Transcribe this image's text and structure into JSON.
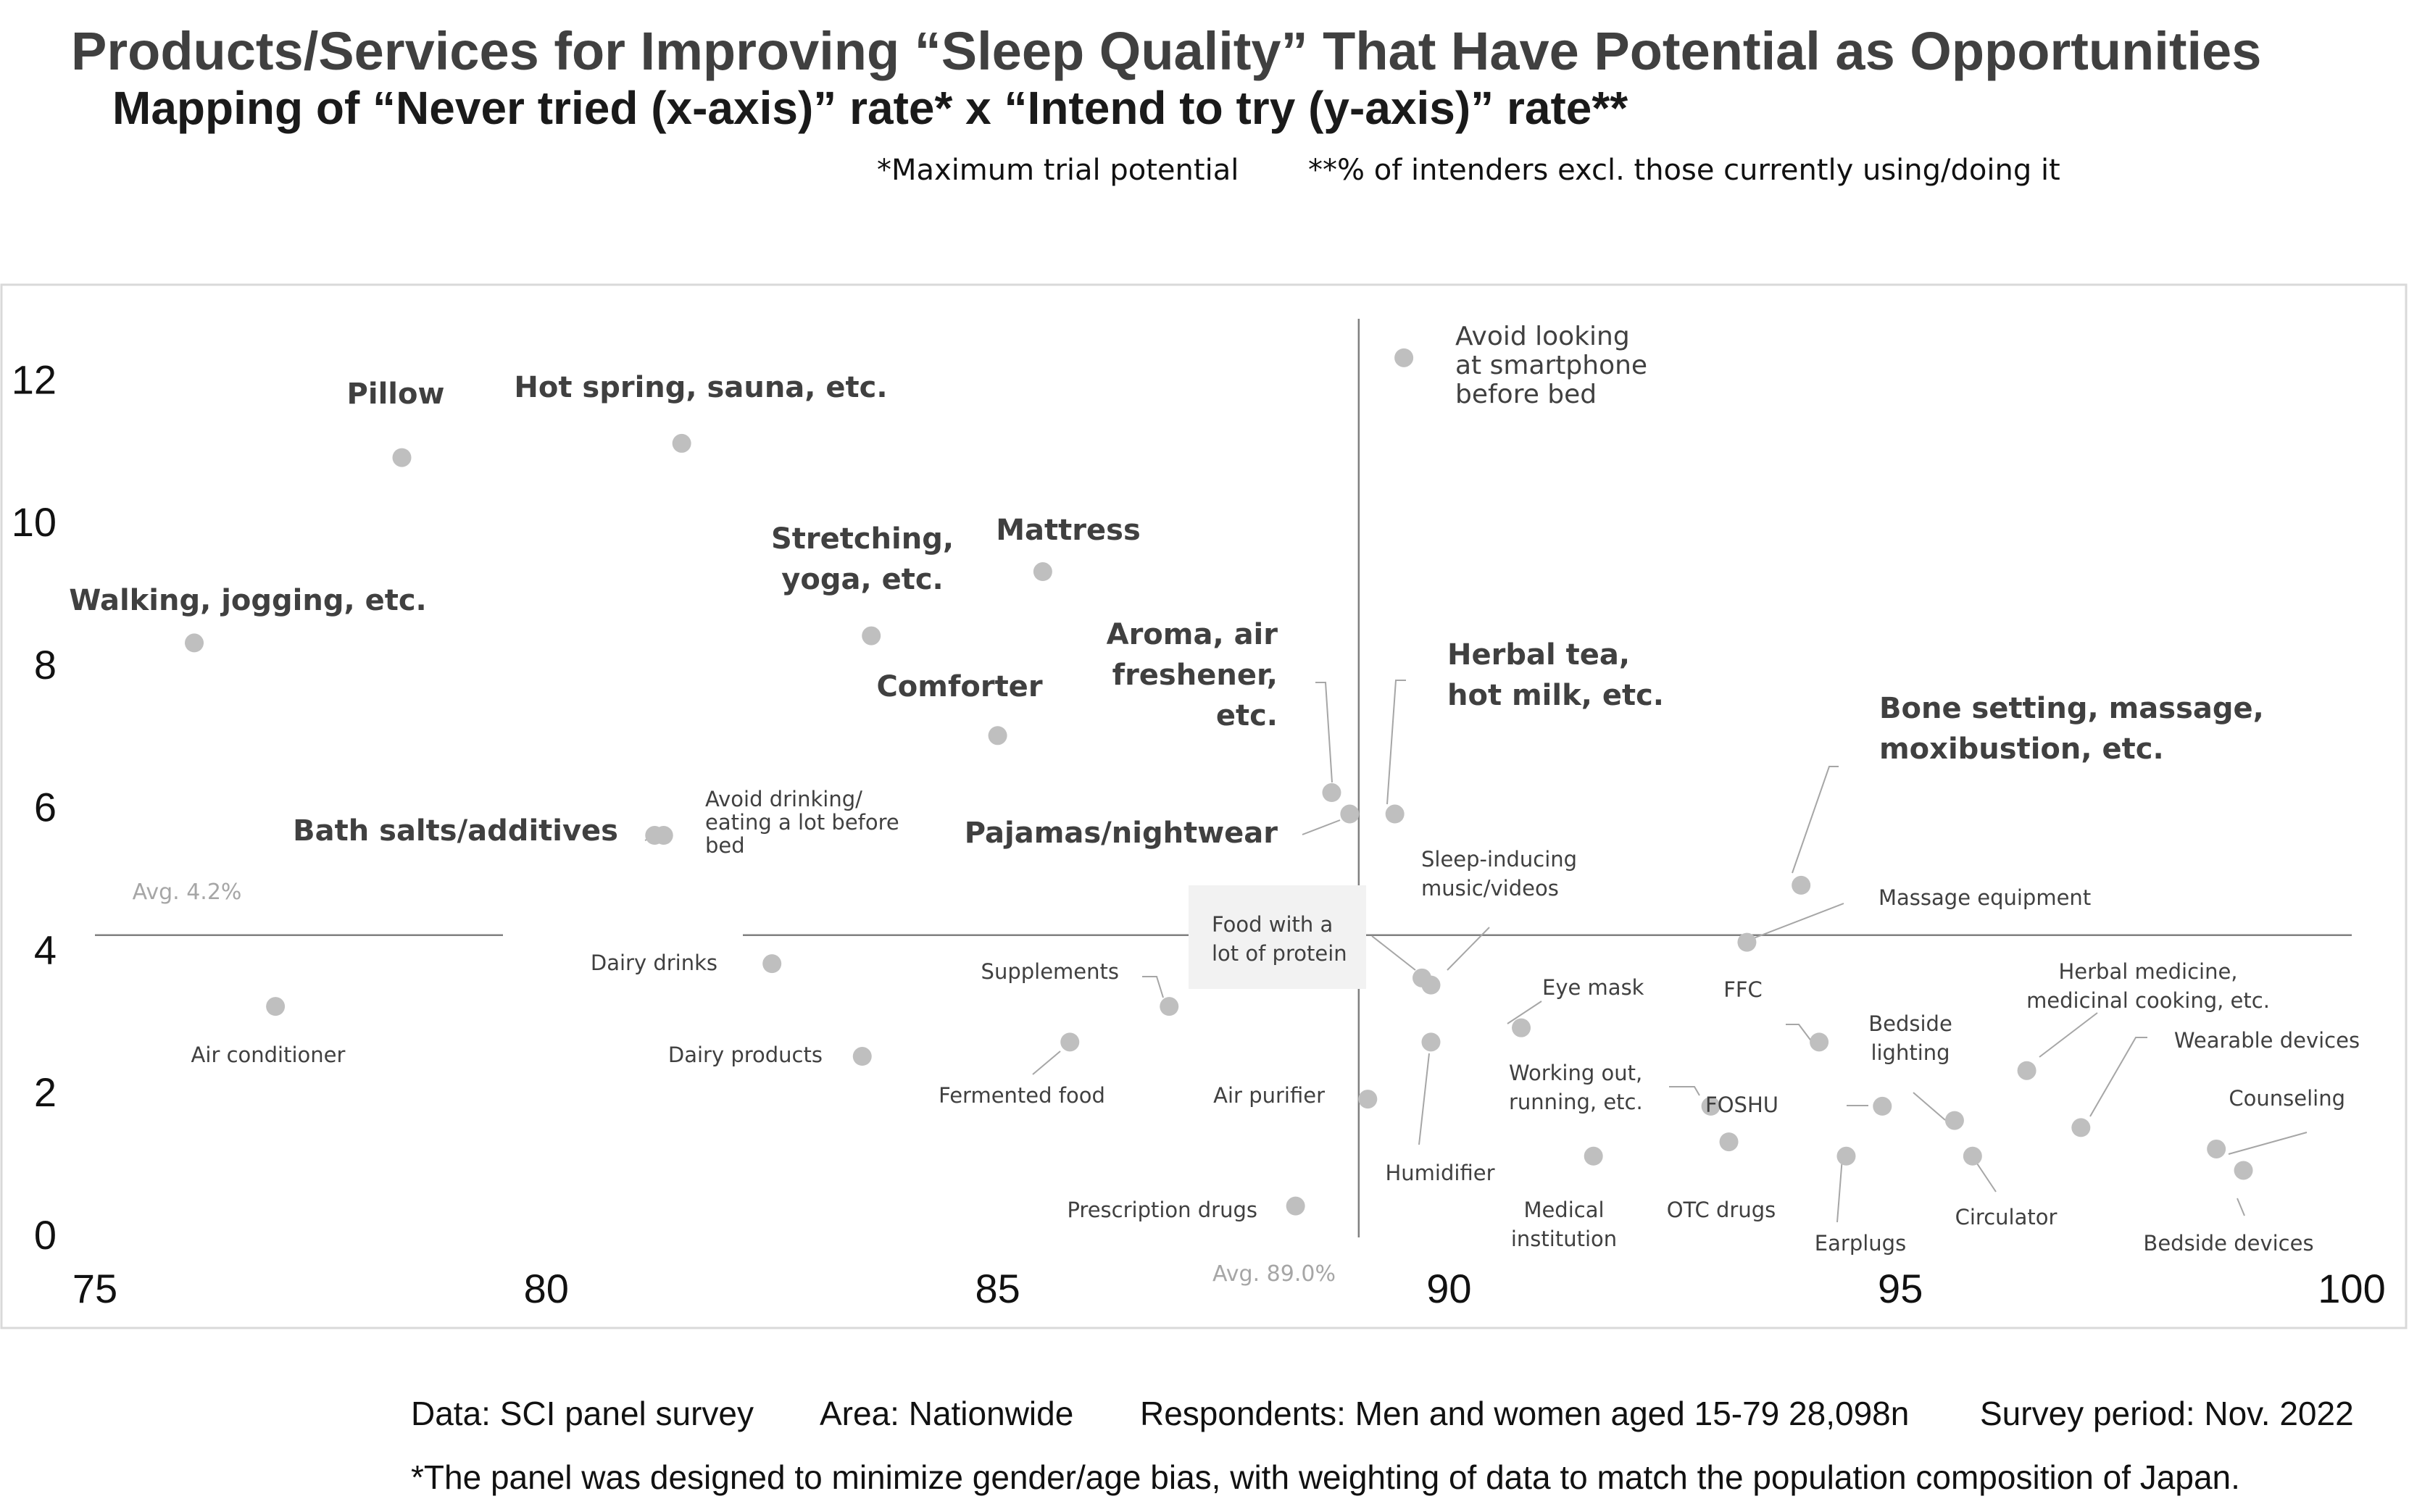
{
  "title": "Products/Services for Improving “Sleep Quality” That Have Potential as Opportunities",
  "subtitle": "Mapping of “Never tried (x-axis)” rate* x “Intend to try (y-axis)” rate**",
  "notes": {
    "max_trial": "*Maximum trial potential",
    "intenders": "**% of intenders excl. those currently using/doing it"
  },
  "footer": {
    "data": "Data: SCI panel survey",
    "area": "Area: Nationwide",
    "respondents": "Respondents: Men and women aged 15-79  28,098n",
    "period": "Survey period: Nov. 2022",
    "note": "*The panel was designed to minimize gender/age bias, with weighting of data to match the population composition of Japan."
  },
  "colors": {
    "point": "#bfbfbf",
    "axis_line": "#808080",
    "frame": "#d9d9d9",
    "label": "#404040",
    "avg_label": "#a6a6a6"
  },
  "chart_data": {
    "type": "scatter",
    "xlim": [
      75,
      100
    ],
    "ylim": [
      0,
      13
    ],
    "x_ticks": [
      "75",
      "80",
      "85",
      "90",
      "95",
      "100"
    ],
    "y_ticks": [
      "0",
      "2",
      "4",
      "6",
      "8",
      "10",
      "12"
    ],
    "grid": false,
    "avg_x": {
      "value": 89.0,
      "label": "Avg. 89.0%"
    },
    "avg_y": {
      "value": 4.2,
      "label": "Avg. 4.2%"
    },
    "points": [
      {
        "label": "Avoid looking\nat smartphone\nbefore bed",
        "x": 89.5,
        "y": 12.3,
        "bold": false
      },
      {
        "label": "Pillow",
        "x": 78.4,
        "y": 10.9,
        "bold": true
      },
      {
        "label": "Hot spring, sauna, etc.",
        "x": 81.5,
        "y": 11.1,
        "bold": true
      },
      {
        "label": "Mattress",
        "x": 85.5,
        "y": 9.3,
        "bold": true
      },
      {
        "label": "Stretching,\nyoga, etc.",
        "x": 83.6,
        "y": 8.4,
        "bold": true
      },
      {
        "label": "Walking, jogging, etc.",
        "x": 76.1,
        "y": 8.3,
        "bold": true
      },
      {
        "label": "Comforter",
        "x": 85.0,
        "y": 7.0,
        "bold": true
      },
      {
        "label": "Aroma, air\nfreshener,\netc.",
        "x": 88.7,
        "y": 6.2,
        "bold": true
      },
      {
        "label": "Herbal tea,\nhot milk, etc.",
        "x": 89.4,
        "y": 5.9,
        "bold": true
      },
      {
        "label": "Pajamas/nightwear",
        "x": 88.9,
        "y": 5.9,
        "bold": true
      },
      {
        "label": "Bath salts/additives",
        "x": 81.2,
        "y": 5.6,
        "bold": true
      },
      {
        "label": "Avoid drinking/\neating a lot before\nbed",
        "x": 81.3,
        "y": 5.6,
        "bold": false
      },
      {
        "label": "Bone setting, massage,\nmoxibustion, etc.",
        "x": 93.9,
        "y": 4.9,
        "bold": true
      },
      {
        "label": "Massage equipment",
        "x": 93.3,
        "y": 4.1,
        "bold": false
      },
      {
        "label": "Dairy drinks",
        "x": 82.5,
        "y": 3.8,
        "bold": false
      },
      {
        "label": "Food with a\nlot of protein",
        "x": 89.7,
        "y": 3.6,
        "bold": false
      },
      {
        "label": "Sleep-inducing\nmusic/videos",
        "x": 89.8,
        "y": 3.5,
        "bold": false
      },
      {
        "label": "Supplements",
        "x": 86.9,
        "y": 3.2,
        "bold": false
      },
      {
        "label": "Air conditioner",
        "x": 77.0,
        "y": 3.2,
        "bold": false
      },
      {
        "label": "Eye mask",
        "x": 90.8,
        "y": 2.9,
        "bold": false
      },
      {
        "label": "Fermented food",
        "x": 85.8,
        "y": 2.7,
        "bold": false
      },
      {
        "label": "Humidifier",
        "x": 89.8,
        "y": 2.7,
        "bold": false
      },
      {
        "label": "FFC",
        "x": 94.1,
        "y": 2.7,
        "bold": false
      },
      {
        "label": "Dairy products",
        "x": 83.5,
        "y": 2.5,
        "bold": false
      },
      {
        "label": "Herbal medicine,\nmedicinal cooking, etc.",
        "x": 96.4,
        "y": 2.3,
        "bold": false
      },
      {
        "label": "Air purifier",
        "x": 89.1,
        "y": 1.9,
        "bold": false
      },
      {
        "label": "Working out,\nrunning, etc.",
        "x": 92.9,
        "y": 1.8,
        "bold": false
      },
      {
        "label": "Bedside\nlighting",
        "x": 94.8,
        "y": 1.8,
        "bold": false
      },
      {
        "label": "Circulator",
        "x": 95.6,
        "y": 1.6,
        "bold": false
      },
      {
        "label": "Wearable devices",
        "x": 97.0,
        "y": 1.5,
        "bold": false
      },
      {
        "label": "OTC drugs",
        "x": 93.1,
        "y": 1.3,
        "bold": false
      },
      {
        "label": "Counseling",
        "x": 98.5,
        "y": 1.2,
        "bold": false
      },
      {
        "label": "Medical\ninstitution",
        "x": 91.6,
        "y": 1.1,
        "bold": false
      },
      {
        "label": "FOSHU",
        "x": 95.8,
        "y": 1.1,
        "bold": false
      },
      {
        "label": "Earplugs",
        "x": 94.4,
        "y": 1.1,
        "bold": false
      },
      {
        "label": "Bedside devices",
        "x": 98.8,
        "y": 0.9,
        "bold": false
      },
      {
        "label": "Prescription drugs",
        "x": 88.3,
        "y": 0.4,
        "bold": false
      }
    ]
  }
}
